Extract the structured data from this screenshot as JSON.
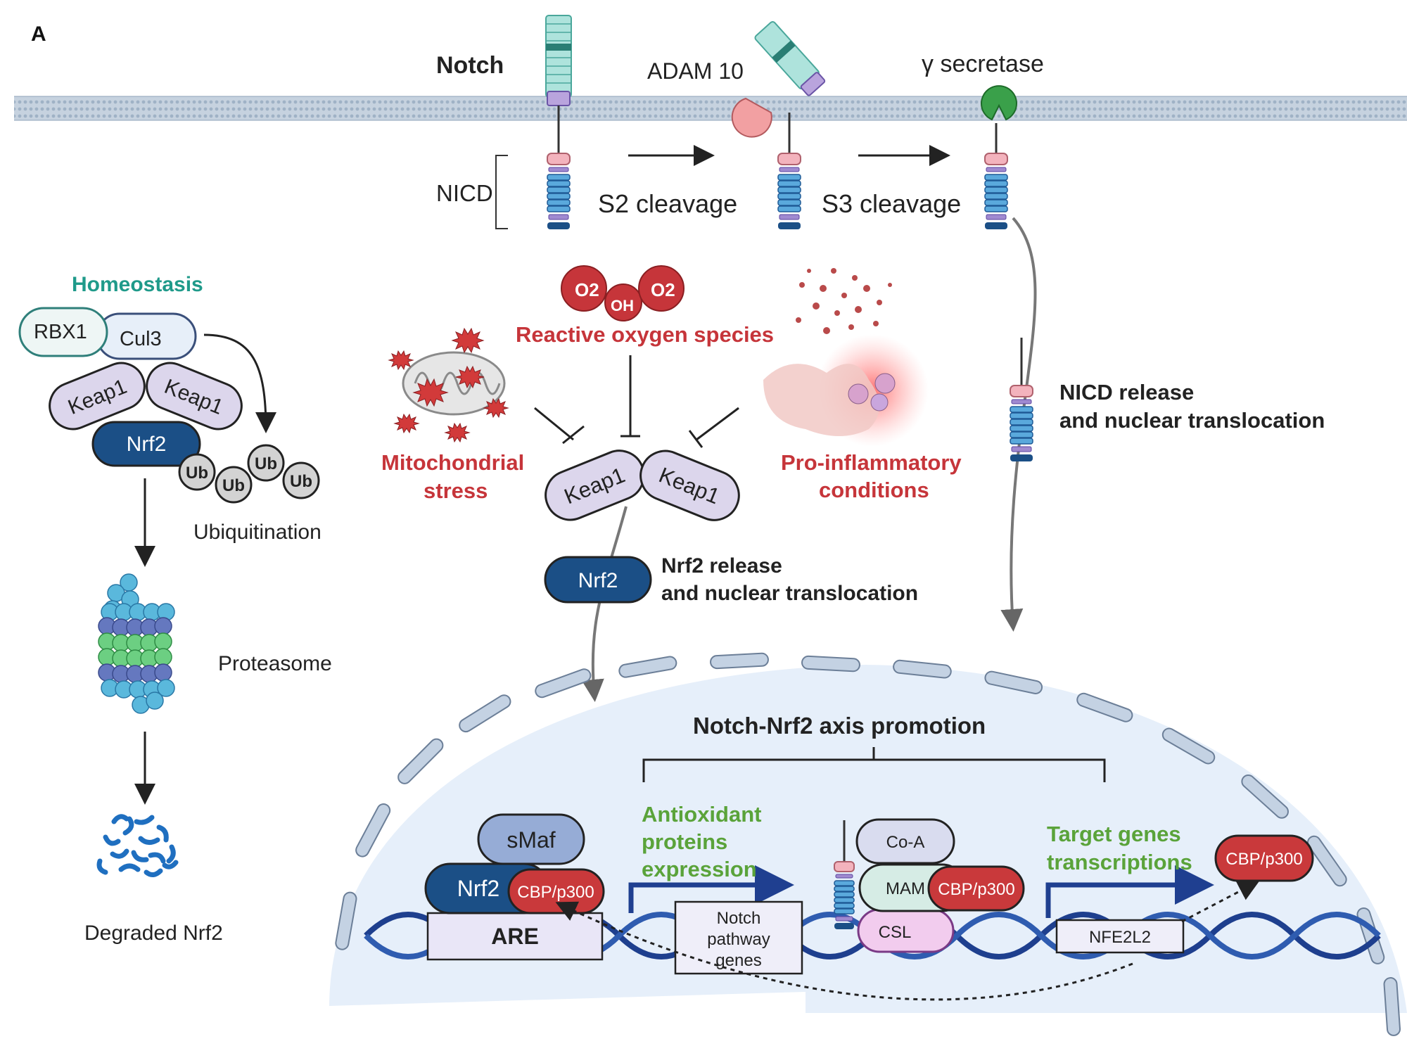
{
  "panel": {
    "letter": "A"
  },
  "membrane": {
    "notch_label": "Notch",
    "adam_label": "ADAM 10",
    "gamma_label": "γ secretase",
    "nicd_label": "NICD",
    "s2_label": "S2 cleavage",
    "s3_label": "S3 cleavage",
    "nicd_release_line1": "NICD release",
    "nicd_release_line2": "and nuclear translocation"
  },
  "homeostasis": {
    "title": "Homeostasis",
    "rbx1": "RBX1",
    "cul3": "Cul3",
    "keap1_left": "Keap1",
    "keap1_right": "Keap1",
    "nrf2": "Nrf2",
    "ub": "Ub",
    "ubiquitination_label": "Ubiquitination",
    "proteasome_label": "Proteasome",
    "degraded_label": "Degraded Nrf2"
  },
  "stress": {
    "ros_label": "Reactive oxygen species",
    "o2_radical": "O2",
    "oh_radical": "OH",
    "peroxide": "O2",
    "mito_line1": "Mitochondrial",
    "mito_line2": "stress",
    "inflam_line1": "Pro-inflammatory",
    "inflam_line2": "conditions",
    "keap1_left": "Keap1",
    "keap1_right": "Keap1",
    "nrf2": "Nrf2",
    "nrf2_release_line1": "Nrf2 release",
    "nrf2_release_line2": "and nuclear translocation"
  },
  "nucleus": {
    "axis_title": "Notch-Nrf2 axis promotion",
    "antiox_line1": "Antioxidant",
    "antiox_line2": "proteins",
    "antiox_line3": "expression",
    "target_line1": "Target genes",
    "target_line2": "transcriptions",
    "smaf": "sMaf",
    "nrf2": "Nrf2",
    "cbp_left": "CBP/p300",
    "are": "ARE",
    "notch_genes_line1": "Notch",
    "notch_genes_line2": "pathway",
    "notch_genes_line3": "genes",
    "coa": "Co-A",
    "mam": "MAM",
    "cbp_middle": "CBP/p300",
    "csl": "CSL",
    "nfe2l2": "NFE2L2",
    "cbp_right": "CBP/p300"
  },
  "colors": {
    "nrf2": "#1b4f86",
    "keap1": "#dcd6ec",
    "cbp": "#c9393b",
    "green_text": "#5aa33a",
    "red_text": "#c6353a",
    "teal_text": "#1f9a8a",
    "dna": "#1e3f8e"
  }
}
